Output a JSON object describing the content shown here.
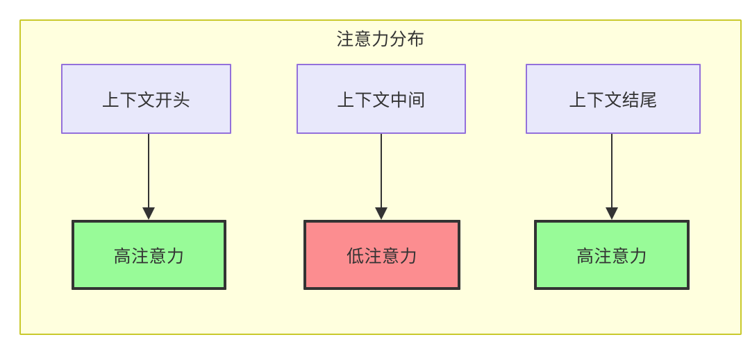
{
  "diagram": {
    "title": "注意力分布",
    "background_color": "#ffffff",
    "container": {
      "fill": "#ffffde",
      "border_color": "#c9c92c"
    },
    "node_styles": {
      "source_fill": "#e8e8fb",
      "source_border": "#9370db",
      "high_fill": "#98fb98",
      "low_fill": "#fc8d90",
      "result_border": "#333333",
      "text_color": "#333333"
    },
    "nodes": [
      {
        "id": "ctx-start",
        "label": "上下文开头",
        "role": "source"
      },
      {
        "id": "ctx-middle",
        "label": "上下文中间",
        "role": "source"
      },
      {
        "id": "ctx-end",
        "label": "上下文结尾",
        "role": "source"
      },
      {
        "id": "attn-start",
        "label": "高注意力",
        "role": "high"
      },
      {
        "id": "attn-middle",
        "label": "低注意力",
        "role": "low"
      },
      {
        "id": "attn-end",
        "label": "高注意力",
        "role": "high"
      }
    ],
    "edges": [
      {
        "from": "ctx-start",
        "to": "attn-start",
        "label": ""
      },
      {
        "from": "ctx-middle",
        "to": "attn-middle",
        "label": ""
      },
      {
        "from": "ctx-end",
        "to": "attn-end",
        "label": ""
      }
    ]
  }
}
